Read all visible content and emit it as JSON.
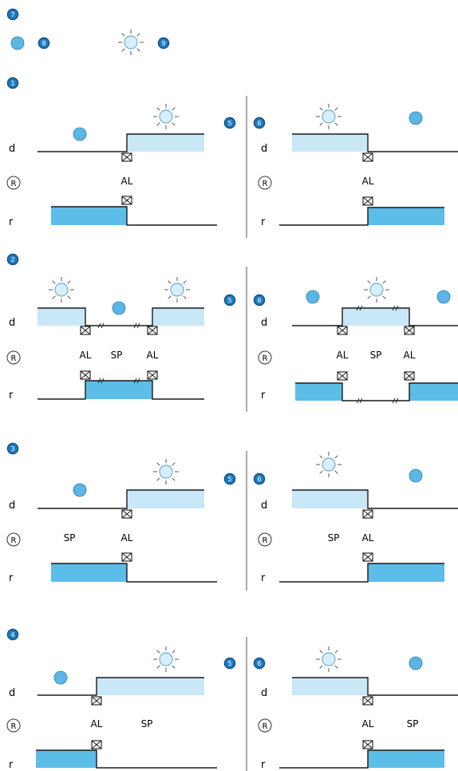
{
  "labels": {
    "d": "d",
    "r": "r",
    "R": "R",
    "AL": "AL",
    "SP": "SP"
  },
  "badges": {
    "n1": "1",
    "n2": "2",
    "n3": "3",
    "n4": "4",
    "n5": "5",
    "n6": "6",
    "n7": "7",
    "n8": "8",
    "n9": "9"
  },
  "colors": {
    "badge_fill": "#1f7cc0",
    "badge_ring": "#0d4f86",
    "light_blue": "#c8e7f7",
    "mid_blue": "#5bbde8",
    "moon_blue": "#5bb6e6",
    "sun_fill": "#d8eef9",
    "line": "#1a1a1a",
    "divider": "#555555"
  },
  "icons": {
    "moon": "moon-icon",
    "sun": "sun-icon",
    "sensor": "sensor-icon"
  }
}
